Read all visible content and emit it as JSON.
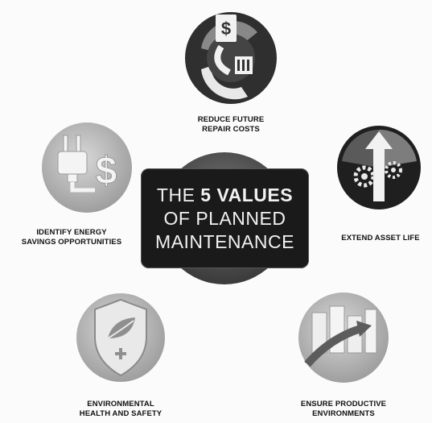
{
  "center": {
    "line1_prefix": "THE",
    "line1_highlight": "5 VALUES",
    "line2": "OF PLANNED",
    "line3": "MAINTENANCE"
  },
  "values": [
    {
      "id": "repair",
      "lines": [
        "REDUCE FUTURE",
        "REPAIR COSTS"
      ],
      "icon": "money-to-invoice-icon"
    },
    {
      "id": "asset",
      "lines": [
        "EXTEND ASSET LIFE"
      ],
      "icon": "arrow-gears-icon"
    },
    {
      "id": "environments",
      "lines": [
        "ENSURE PRODUCTIVE",
        "ENVIRONMENTS"
      ],
      "icon": "rising-bars-arrow-icon"
    },
    {
      "id": "safety",
      "lines": [
        "ENVIRONMENTAL",
        "HEALTH AND SAFETY"
      ],
      "icon": "shield-leaf-icon"
    },
    {
      "id": "energy",
      "lines": [
        "IDENTIFY ENERGY",
        "SAVINGS OPPORTUNITIES"
      ],
      "icon": "plug-dollar-icon"
    }
  ],
  "colors": {
    "circle_dark": "#2b2b2b",
    "circle_mid": "#6e6e6e",
    "circle_light": "#b9b9b9",
    "center_bg": "#1a1a1a",
    "center_text": "#f1f1f1"
  }
}
